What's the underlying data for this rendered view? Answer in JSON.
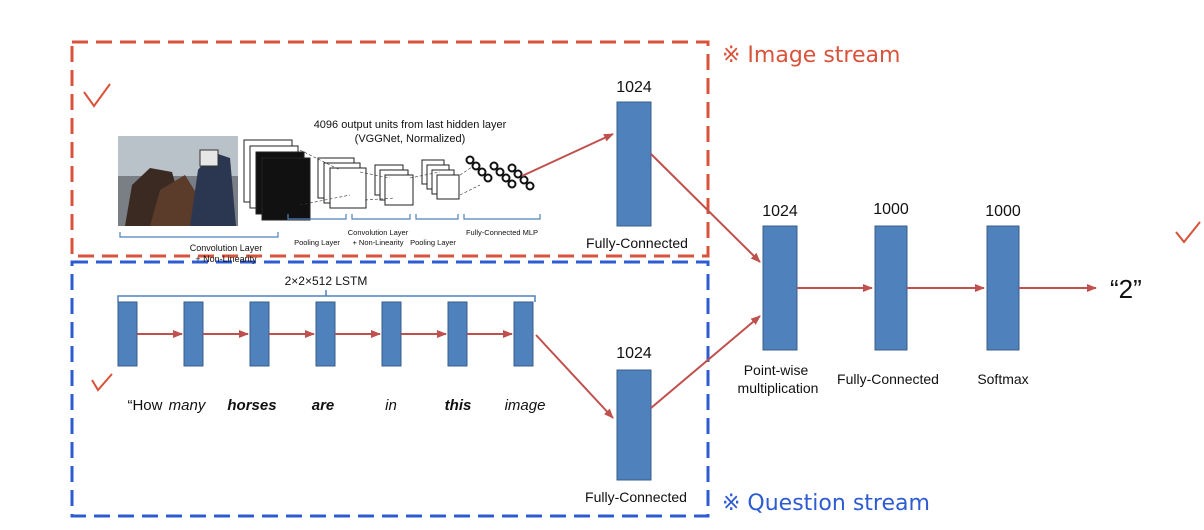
{
  "image_stream": {
    "label": "※ Image stream",
    "vgg_title_line1": "4096 output  units from last hidden layer",
    "vgg_title_line2": "(VGGNet, Normalized)",
    "sublabels": {
      "conv": "Convolution Layer",
      "conv_sub": "+ Non-Linearity",
      "pool1": "Pooling Layer",
      "conv2": "Convolution Layer",
      "conv2_sub": "+ Non-Linearity",
      "pool2": "Pooling  Layer",
      "fc_mlp": "Fully-Connected MLP"
    },
    "fc_size": "1024",
    "fc_label": "Fully-Connected"
  },
  "question_stream": {
    "label": "※ Question stream",
    "lstm_label": "2×2×512 LSTM",
    "words": [
      "“How",
      "many",
      "horses",
      "are",
      "in",
      "this",
      "image"
    ],
    "fc_size": "1024",
    "fc_label": "Fully-Connected"
  },
  "fusion": {
    "pointwise_size": "1024",
    "pointwise_label_line1": "Point-wise",
    "pointwise_label_line2": "multiplication",
    "fc_size": "1000",
    "fc_label": "Fully-Connected",
    "softmax_size": "1000",
    "softmax_label": "Softmax",
    "output": "“2”"
  },
  "colors": {
    "block": "#4f81bd",
    "block_stroke": "#385d8a",
    "arrow": "#c0504d",
    "image_box": "#d9523a",
    "question_box": "#2d5bd1",
    "check": "#d9523a",
    "bracket": "#4f81bd"
  }
}
